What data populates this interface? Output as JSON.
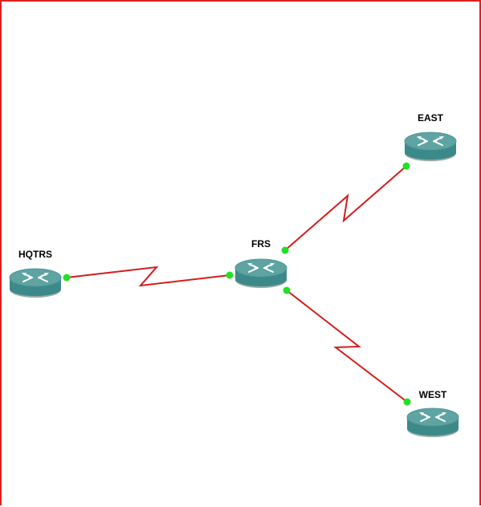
{
  "colors": {
    "border": "#e02020",
    "link": "#d41c1c",
    "port": "#22e022",
    "router_top": "#5fa3a3",
    "router_side": "#3b8a89",
    "router_bottom": "#9aa9a9",
    "router_arrows": "#ffffff"
  },
  "routers": [
    {
      "id": "hqtrs",
      "label": "HQTRS",
      "icon": "router-icon"
    },
    {
      "id": "frs",
      "label": "FRS",
      "icon": "router-icon"
    },
    {
      "id": "east",
      "label": "EAST",
      "icon": "router-icon"
    },
    {
      "id": "west",
      "label": "WEST",
      "icon": "router-icon"
    }
  ],
  "links": [
    {
      "from": "hqtrs",
      "to": "frs",
      "type": "serial"
    },
    {
      "from": "frs",
      "to": "east",
      "type": "serial"
    },
    {
      "from": "frs",
      "to": "west",
      "type": "serial"
    }
  ]
}
